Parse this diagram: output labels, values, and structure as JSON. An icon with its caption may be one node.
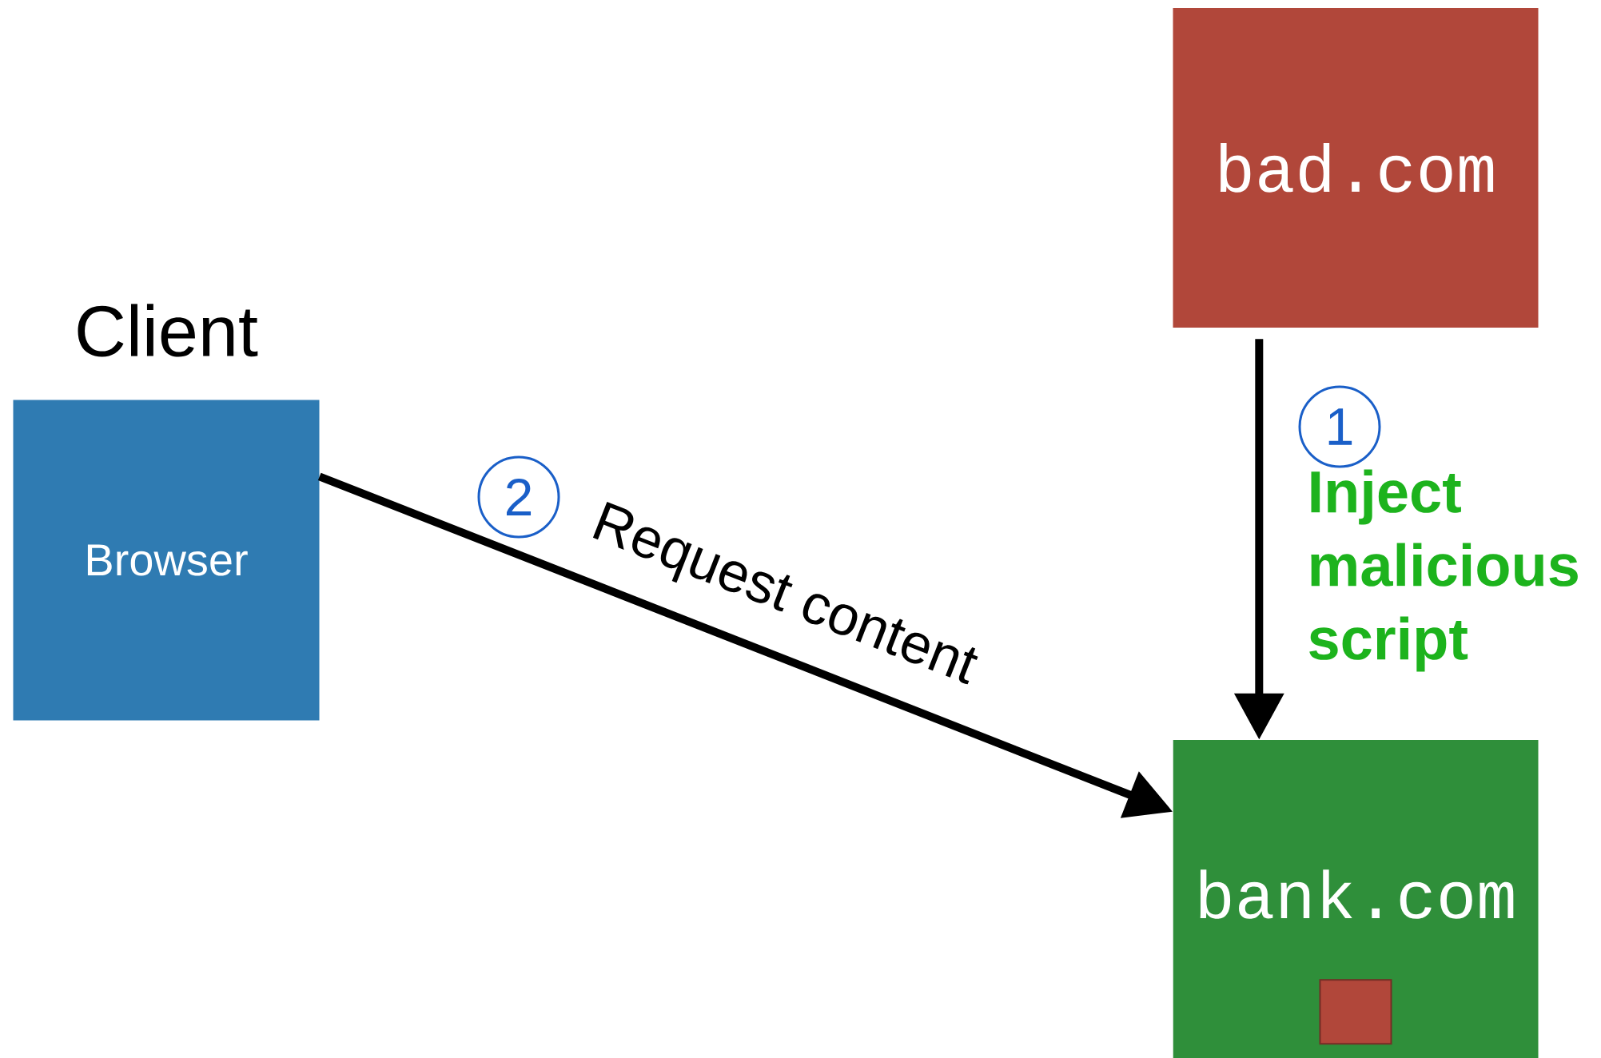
{
  "diagram": {
    "nodes": [
      {
        "text": [
          "Client",
          "Browser"
        ]
      },
      {
        "text": [
          "bad.com"
        ]
      },
      {
        "text": [
          "bank.com"
        ]
      },
      {
        "text": [],
        "shape": "box",
        "in": 2
      }
    ],
    "edges": [
      {
        "from": 1,
        "to": 2,
        "arrow": "to",
        "label": "Inject malicious script"
      },
      {
        "from": 0,
        "to": 2,
        "arrow": "to",
        "label": "Request content"
      }
    ],
    "labels": [
      "1",
      "2"
    ]
  }
}
